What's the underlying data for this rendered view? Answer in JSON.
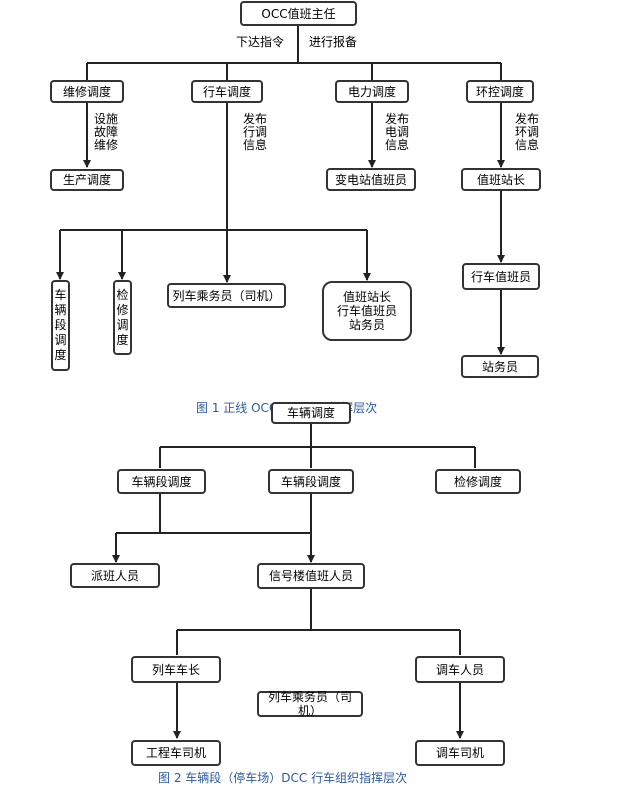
{
  "figure1": {
    "caption": "图 1 正线 OCC 行车组织指挥层次",
    "nodes": {
      "occ": "OCC值班主任",
      "maintenance": "维修调度",
      "traffic": "行车调度",
      "power": "电力调度",
      "env": "环控调度",
      "production": "生产调度",
      "substation": "变电站值班员",
      "station_master": "值班站长",
      "depot_dispatch": "车\n辆\n段\n调\n度",
      "inspect_dispatch": "检\n修\n调\n度",
      "driver": "列车乘务员（司机）",
      "station_group": "值班站长\n行车值班员\n站务员",
      "train_duty": "行车值班员",
      "station_staff": "站务员"
    },
    "labels": {
      "issue": "下达指令",
      "report": "进行报备",
      "repair": "设施\n故障\n维修",
      "traffic_info": "发布\n行调\n信息",
      "power_info": "发布\n电调\n信息",
      "env_info": "发布\n环调\n信息"
    }
  },
  "figure2": {
    "caption": "图 2 车辆段（停车场）DCC 行车组织指挥层次",
    "nodes": {
      "vehicle": "车辆调度",
      "vehicle_dispatch": "车辆段调度",
      "depot_dispatch": "车辆段调度",
      "inspect": "检修调度",
      "assign": "派班人员",
      "signal": "信号楼值班人员",
      "conductor": "列车车长",
      "driver": "列车乘务员（司机）",
      "shunter": "调车人员",
      "eng_driver": "工程车司机",
      "shunt_driver": "调车司机"
    }
  }
}
